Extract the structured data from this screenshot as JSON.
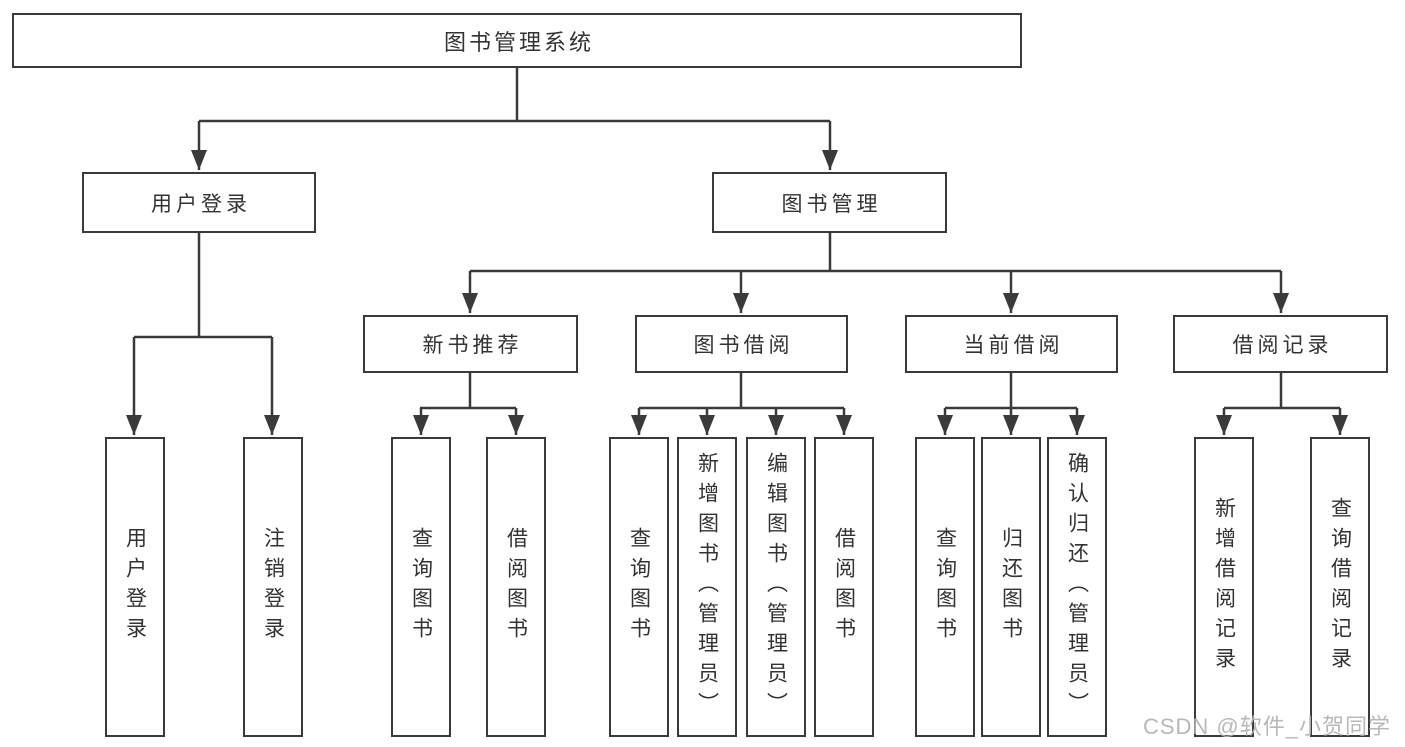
{
  "diagram": {
    "title": "图书管理系统",
    "tree": {
      "label": "图书管理系统",
      "children": [
        {
          "label": "用户登录",
          "children": [
            {
              "label": "用户登录"
            },
            {
              "label": "注销登录"
            }
          ]
        },
        {
          "label": "图书管理",
          "children": [
            {
              "label": "新书推荐",
              "children": [
                {
                  "label": "查询图书"
                },
                {
                  "label": "借阅图书"
                }
              ]
            },
            {
              "label": "图书借阅",
              "children": [
                {
                  "label": "查询图书"
                },
                {
                  "label": "新增图书（管理员）"
                },
                {
                  "label": "编辑图书（管理员）"
                },
                {
                  "label": "借阅图书"
                }
              ]
            },
            {
              "label": "当前借阅",
              "children": [
                {
                  "label": "查询图书"
                },
                {
                  "label": "归还图书"
                },
                {
                  "label": "确认归还（管理员）"
                }
              ]
            },
            {
              "label": "借阅记录",
              "children": [
                {
                  "label": "新增借阅记录"
                },
                {
                  "label": "查询借阅记录"
                }
              ]
            }
          ]
        }
      ]
    }
  },
  "watermark": {
    "text": "CSDN @软件_小贺同学"
  },
  "colors": {
    "line": "#3A3A3A",
    "box_border": "#3A3A3A",
    "background": "#FFFFFF",
    "text": "#333333",
    "watermark": "#B2B2B2"
  }
}
